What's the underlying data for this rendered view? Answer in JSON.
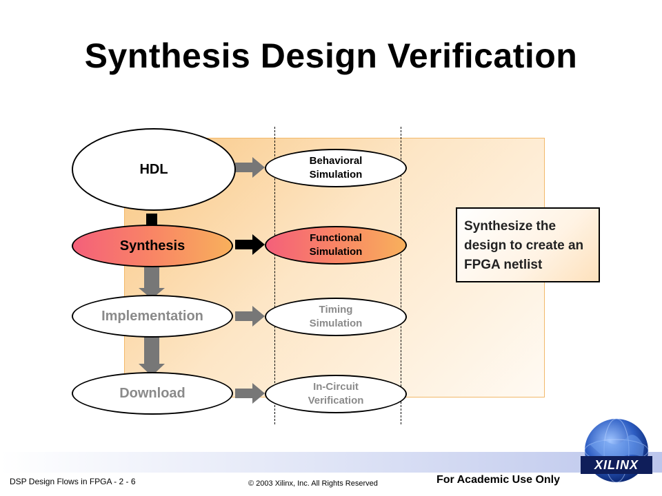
{
  "slide": {
    "title": "Synthesis Design Verification"
  },
  "flow": {
    "hdl": "HDL",
    "synthesis": "Synthesis",
    "implementation": "Implementation",
    "download": "Download"
  },
  "simulations": {
    "behavioral": "Behavioral\nSimulation",
    "functional": "Functional\nSimulation",
    "timing": "Timing\nSimulation",
    "in_circuit": "In-Circuit\nVerification"
  },
  "callout": {
    "text": "Synthesize the design to create an FPGA netlist"
  },
  "footer": {
    "course": "DSP Design Flows in FPGA  - 2 - 6",
    "copyright": "© 2003 Xilinx, Inc. All Rights Reserved",
    "academic": "For Academic Use Only",
    "logo_text": "XILINX"
  },
  "colors": {
    "highlight_gradient_start": "#f4607a",
    "highlight_gradient_end": "#f8b05c",
    "panel": "#fbd49c",
    "arrow_gray": "#777777",
    "arrow_active": "#000000"
  }
}
